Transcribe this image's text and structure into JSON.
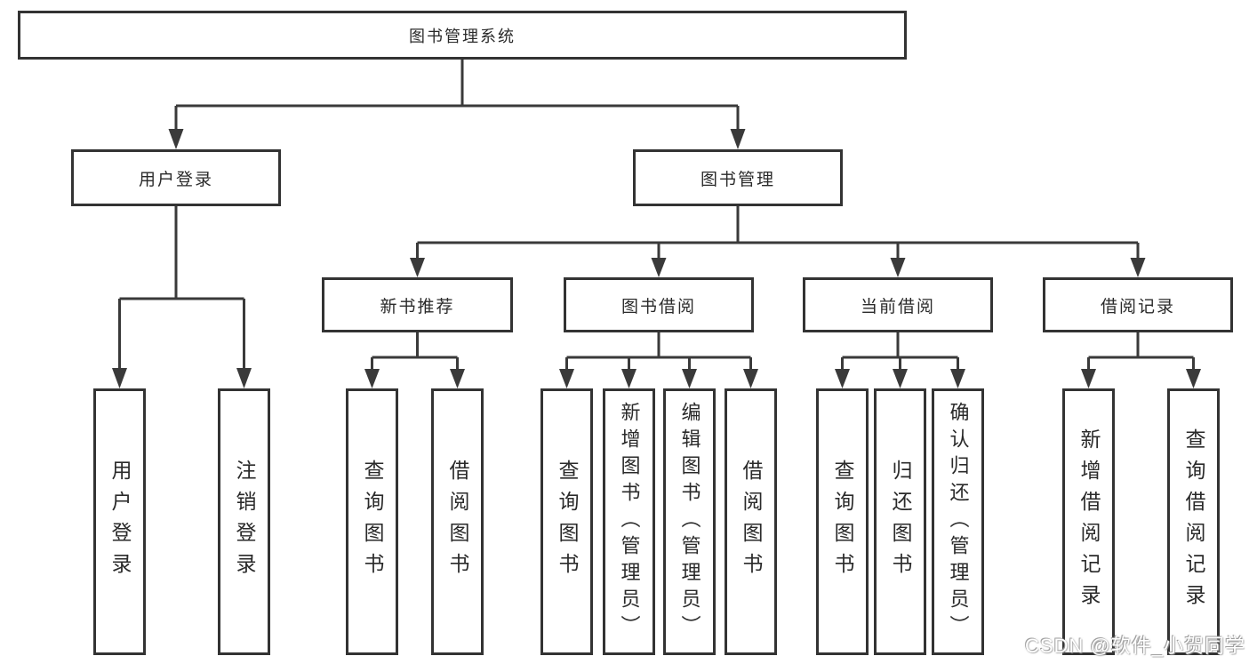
{
  "tree": {
    "root": {
      "label": "图书管理系统"
    },
    "level2": [
      {
        "label": "用户登录"
      },
      {
        "label": "图书管理"
      }
    ],
    "level3": [
      {
        "label": "新书推荐"
      },
      {
        "label": "图书借阅"
      },
      {
        "label": "当前借阅"
      },
      {
        "label": "借阅记录"
      }
    ],
    "leaves": {
      "user_login": [
        "用户登录",
        "注销登录"
      ],
      "new_book_recommend": [
        "查询图书",
        "借阅图书"
      ],
      "book_borrow": [
        "查询图书",
        "新增图书（管理员）",
        "编辑图书（管理员）",
        "借阅图书"
      ],
      "current_borrow": [
        "查询图书",
        "归还图书",
        "确认归还（管理员）"
      ],
      "borrow_records": [
        "新增借阅记录",
        "查询借阅记录"
      ]
    }
  },
  "watermark": {
    "text": "CSDN @软件_小贺同学"
  },
  "colors": {
    "line": "#3a3a3a",
    "border": "#333333",
    "text": "#2a2a2a",
    "background": "#ffffff",
    "watermark_text": "#ffffff"
  }
}
